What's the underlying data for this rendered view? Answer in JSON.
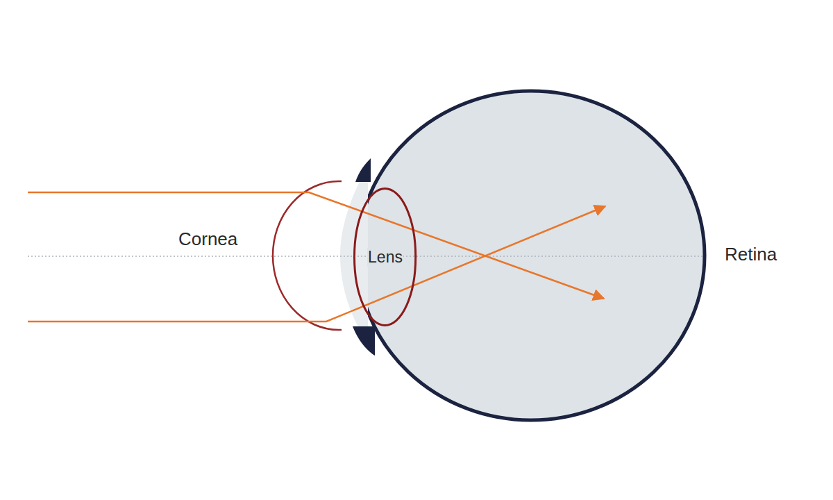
{
  "diagram": {
    "nodes": [
      {
        "text": [
          "Lens"
        ]
      }
    ],
    "labels": [
      "Cornea",
      "Retina"
    ]
  }
}
